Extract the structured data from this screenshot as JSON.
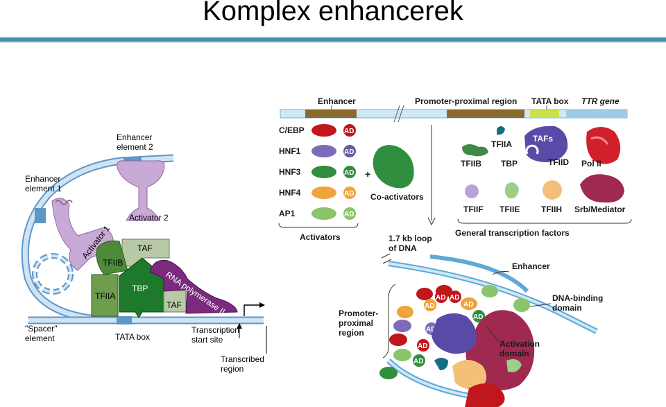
{
  "title": "Komplex enhancerek",
  "left": {
    "enhancer_element_2": [
      "Enhancer",
      "element 2"
    ],
    "enhancer_element_1": [
      "Enhancer",
      "element 1"
    ],
    "spacer": [
      "\"Spacer\"",
      "element"
    ],
    "activator_2": "Activator 2",
    "activator_1": "Activator 1",
    "taf_top": "TAF",
    "tfiib": "TFIIB",
    "tfiia": "TFIIA",
    "tbp": "TBP",
    "taf_bottom": "TAF",
    "rna_pol": "RNA polymerase II",
    "tata_box": "TATA box",
    "tss": [
      "Transcription",
      "start site"
    ],
    "transcribed": [
      "Transcribed",
      "region"
    ]
  },
  "right": {
    "enhancer": "Enhancer",
    "promoter_proximal_region": "Promoter-proximal region",
    "tata_box": "TATA box",
    "gene": "TTR gene",
    "activators": [
      "C/EBP",
      "HNF1",
      "HNF3",
      "HNF4",
      "AP1"
    ],
    "ad": "AD",
    "plus": "+",
    "co_activators": "Co-activators",
    "activators_label": "Activators",
    "tfiia": "TFIIA",
    "tafs": "TAFs",
    "tfiib": "TFIIB",
    "tbp": "TBP",
    "tfiid": "TFIID",
    "pol_ii": "Pol II",
    "tfiif": "TFIIF",
    "tfiie": "TFIIE",
    "tfiih": "TFIIH",
    "srb_mediator": "Srb/Mediator",
    "gtf_label": "General transcription factors",
    "loop": [
      "1.7 kb loop",
      "of DNA"
    ],
    "enhancer_lower": "Enhancer",
    "promoter_proximal": [
      "Promoter-",
      "proximal",
      "region"
    ],
    "dna_binding": [
      "DNA-binding",
      "domain"
    ],
    "activation": [
      "Activation",
      "domain"
    ]
  },
  "colors": {
    "rule": "#4a8cab",
    "purple_pol": "#7b2a7e",
    "green_tf": "#4d8a3a",
    "red": "#c0161c",
    "lavender": "#c9a9d6"
  }
}
